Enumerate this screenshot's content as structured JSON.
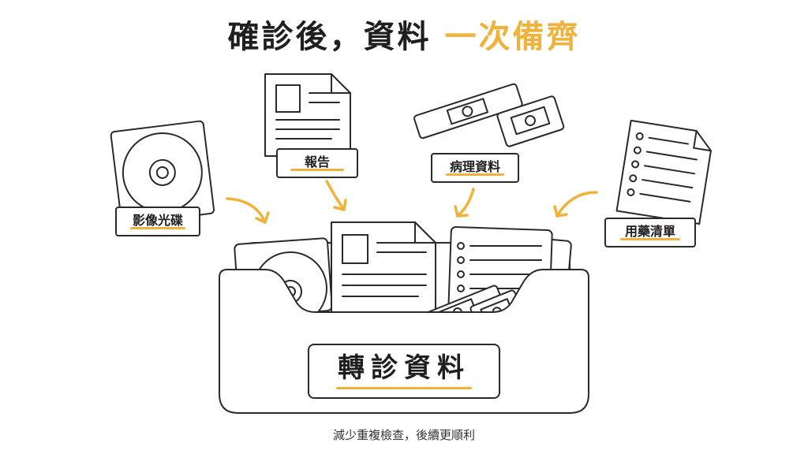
{
  "title": {
    "main": "確診後，資料",
    "accent": "一次備齊"
  },
  "items": {
    "disc": "影像光碟",
    "report": "報告",
    "pathology": "病理資料",
    "medication": "用藥清單"
  },
  "box": {
    "label": "轉診資料"
  },
  "caption": "減少重複檢查，後續更順利",
  "colors": {
    "accent": "#f0b23a",
    "ink": "#2a2a2a"
  },
  "icons": [
    "disc-icon",
    "report-document-icon",
    "pathology-slide-icon",
    "medication-list-icon",
    "arrow-icon",
    "folder-box-icon"
  ]
}
